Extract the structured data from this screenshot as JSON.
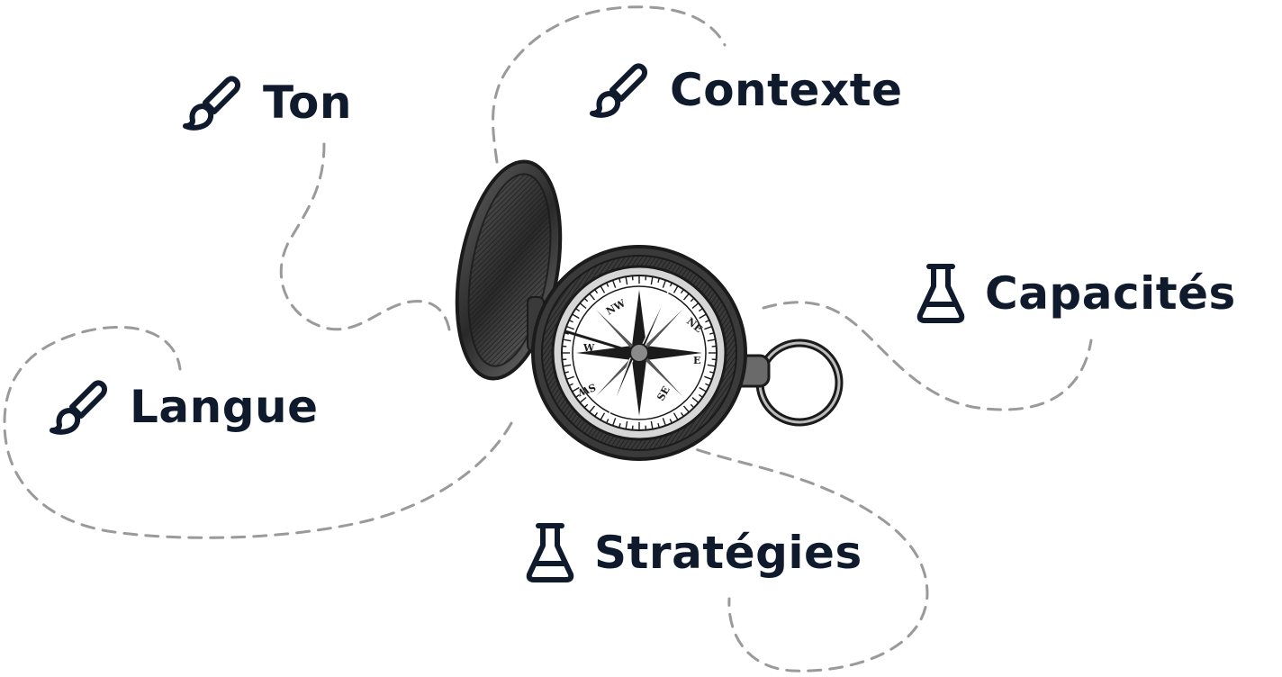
{
  "colors": {
    "text": "#0f1b2d",
    "path": "#9a9a9a",
    "compass_ink": "#1b1b1b"
  },
  "labels": {
    "ton": {
      "text": "Ton",
      "icon": "paintbrush-icon"
    },
    "contexte": {
      "text": "Contexte",
      "icon": "paintbrush-icon"
    },
    "capacites": {
      "text": "Capacités",
      "icon": "flask-icon"
    },
    "langue": {
      "text": "Langue",
      "icon": "paintbrush-icon"
    },
    "strategies": {
      "text": "Stratégies",
      "icon": "flask-icon"
    }
  },
  "compass": {
    "icon": "pocket-compass-illustration",
    "directions": [
      "NW",
      "NE",
      "E",
      "SE",
      "SW",
      "W"
    ]
  }
}
